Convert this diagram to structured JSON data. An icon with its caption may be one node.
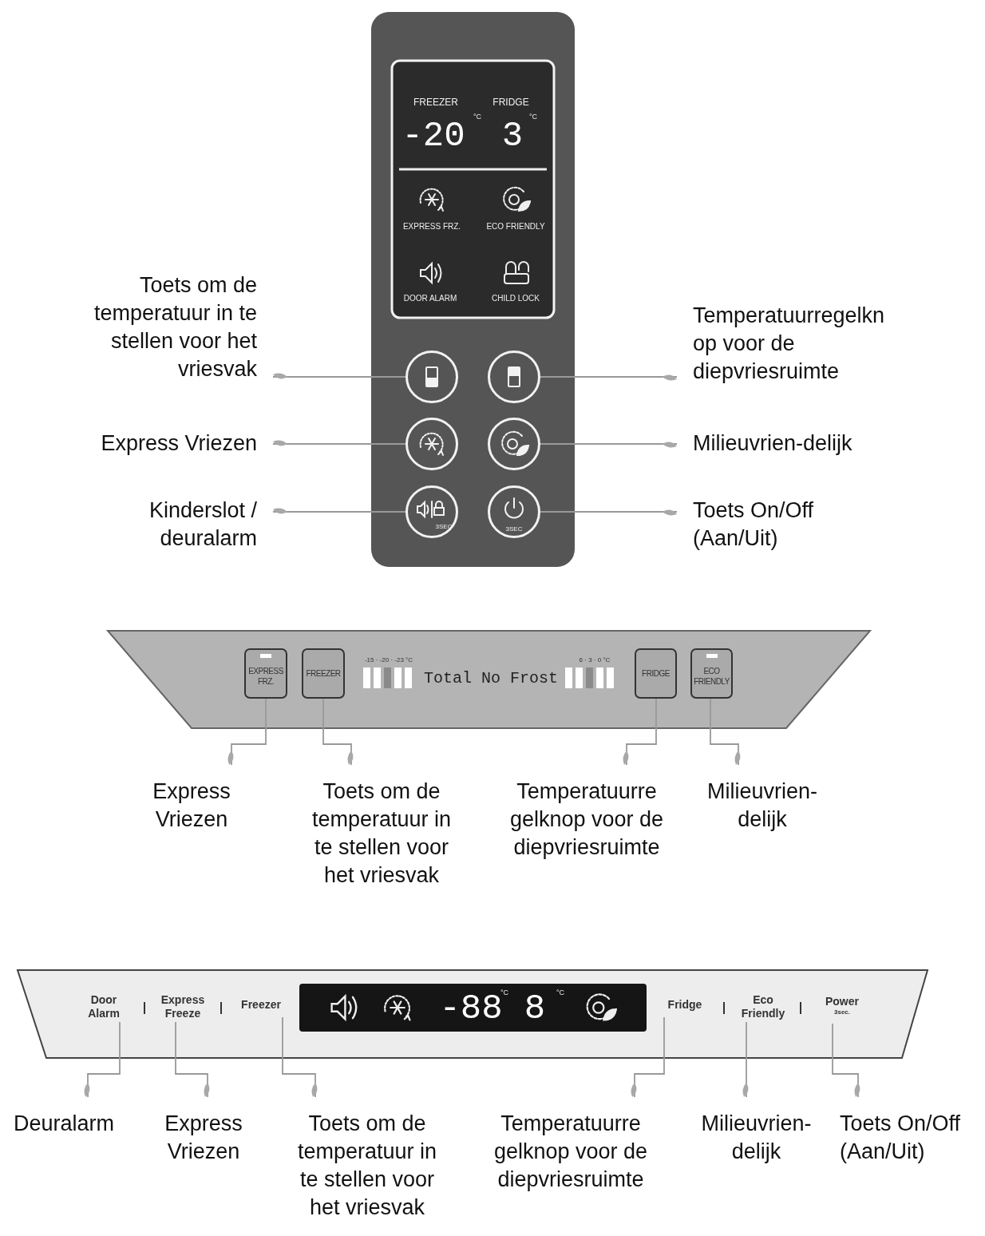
{
  "diagram": {
    "nodes": [
      {
        "text": [],
        "shape": "circle"
      },
      {
        "text": [],
        "shape": "circle"
      },
      {
        "text": [],
        "shape": "circle"
      },
      {
        "text": [],
        "shape": "circle"
      },
      {
        "text": [],
        "shape": "circle"
      },
      {
        "text": [],
        "shape": "circle"
      },
      {
        "text": [
          "Toets om de temperatuur in te stellen voor het vriesvak"
        ]
      },
      {
        "text": [
          "Temperatuurregelkn op voor de diepvriesruimte"
        ]
      },
      {
        "text": [
          "Express Vriezen"
        ]
      },
      {
        "text": [
          "Milieuvrien-delijk"
        ]
      },
      {
        "text": [
          "Kinderslot / deuralarm"
        ]
      },
      {
        "text": [
          "Toets On/Off (Aan/Uit)"
        ]
      },
      {
        "text": [
          "EXPRESS FRZ."
        ]
      },
      {
        "text": [
          "FREEZER"
        ]
      },
      {
        "text": [
          "FRIDGE"
        ]
      },
      {
        "text": [
          "ECO FRIENDLY"
        ]
      },
      {
        "text": [
          "Express Vriezen"
        ]
      },
      {
        "text": [
          "Toets om de temperatuur in te stellen voor het vriesvak"
        ]
      },
      {
        "text": [
          "Temperatuurre gelknop voor de diepvriesruimte"
        ]
      },
      {
        "text": [
          "Milieuvrien- delijk"
        ]
      },
      {
        "text": [
          "Door Alarm"
        ]
      },
      {
        "text": [
          "Express Freeze"
        ]
      },
      {
        "text": [
          "Freezer"
        ]
      },
      {
        "text": [
          "Fridge"
        ]
      },
      {
        "text": [
          "Eco Friendly"
        ]
      },
      {
        "text": [
          "Power",
          "3sec."
        ]
      },
      {
        "text": [
          "Deuralarm"
        ]
      },
      {
        "text": [
          "Express Vriezen"
        ]
      },
      {
        "text": [
          "Toets om de temperatuur in te stellen voor het vriesvak"
        ]
      },
      {
        "text": [
          "Temperatuurre gelknop voor de diepvriesruimte"
        ]
      },
      {
        "text": [
          "Milieuvrien- delijk"
        ]
      },
      {
        "text": [
          "Toets On/Off (Aan/Uit)"
        ]
      }
    ],
    "edges": [
      {
        "from": 6,
        "to": 0,
        "arrow": "other"
      },
      {
        "from": 7,
        "to": 1,
        "arrow": "other"
      },
      {
        "from": 8,
        "to": 2,
        "arrow": "other"
      },
      {
        "from": 9,
        "to": 3,
        "arrow": "other"
      },
      {
        "from": 10,
        "to": 4,
        "arrow": "other"
      },
      {
        "from": 11,
        "to": 5,
        "arrow": "other"
      },
      {
        "from": 16,
        "to": 12,
        "arrow": "other"
      },
      {
        "from": 17,
        "to": 13,
        "arrow": "other"
      },
      {
        "from": 18,
        "to": 14,
        "arrow": "other"
      },
      {
        "from": 19,
        "to": 15,
        "arrow": "other"
      },
      {
        "from": 26,
        "to": 20,
        "arrow": "other"
      },
      {
        "from": 27,
        "to": 21,
        "arrow": "other"
      },
      {
        "from": 28,
        "to": 22,
        "arrow": "other"
      },
      {
        "from": 29,
        "to": 23,
        "arrow": "other"
      },
      {
        "from": 30,
        "to": 24,
        "arrow": "other"
      },
      {
        "from": 31,
        "to": 25,
        "arrow": "other"
      }
    ],
    "labels": [
      "FREEZER",
      "-20",
      "°C",
      "FRIDGE",
      "3",
      "°C",
      "EXPRESS FRZ.",
      "ECO FRIENDLY",
      "DOOR ALARM",
      "CHILD LOCK",
      "3SEC",
      "3SEC",
      "-15 · -20 · -23 °C",
      "Total No Frost",
      "6 · 3 · 0 °C",
      "-88",
      "°C",
      "8",
      "°C"
    ]
  }
}
